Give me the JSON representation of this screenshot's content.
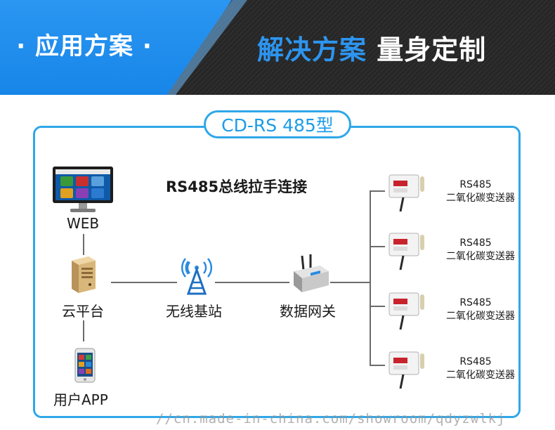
{
  "header": {
    "left_title": "· 应用方案 ·",
    "right_title_highlight": "解决方案",
    "right_title_rest": " 量身定制"
  },
  "frame": {
    "model_label": "CD-RS 485型",
    "bus_title": "RS485总线拉手连接"
  },
  "nodes": {
    "web": "WEB",
    "cloud": "云平台",
    "app": "用户APP",
    "base_station": "无线基站",
    "gateway": "数据网关"
  },
  "sensors": [
    {
      "name": "RS485",
      "desc": "二氧化碳变送器"
    },
    {
      "name": "RS485",
      "desc": "二氧化碳变送器"
    },
    {
      "name": "RS485",
      "desc": "二氧化碳变送器"
    },
    {
      "name": "RS485",
      "desc": "二氧化碳变送器"
    }
  ],
  "watermark": "//cn.made-in-china.com/showroom/qdyzwlkj",
  "colors": {
    "accent_blue": "#2fa7e8",
    "banner_blue": "#1786e8",
    "banner_dark": "#262626"
  }
}
